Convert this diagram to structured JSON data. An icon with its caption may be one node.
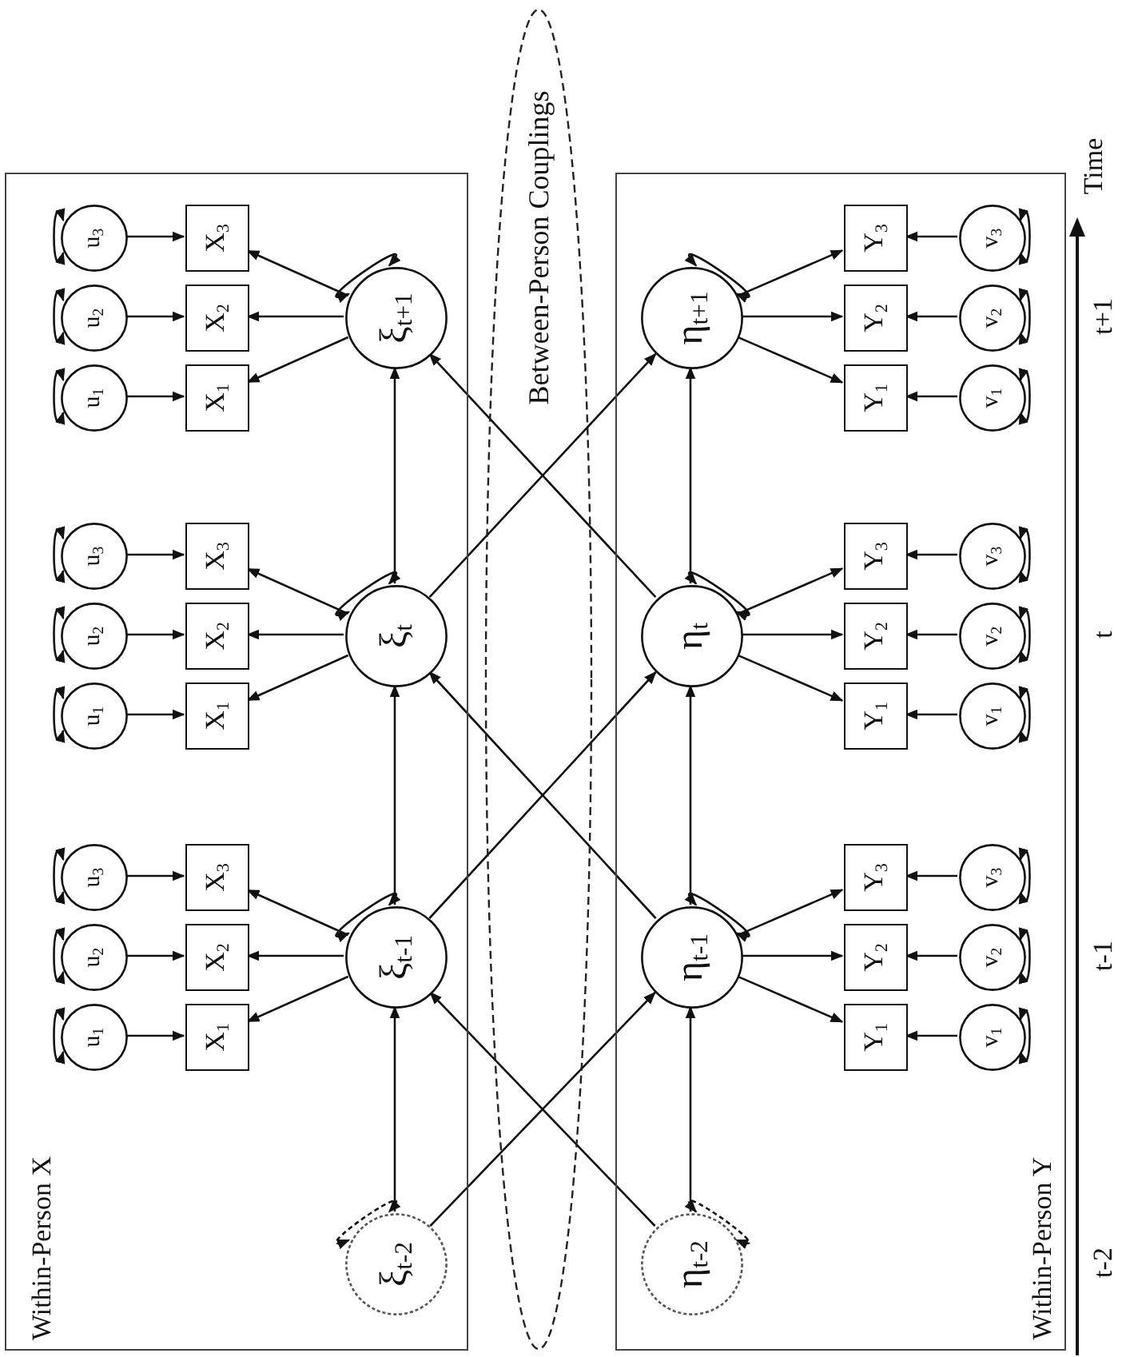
{
  "diagram": {
    "nodes": [
      {
        "text": [
          "Within-Person X"
        ]
      },
      {
        "text": [
          "ξ$_{t-2}$"
        ],
        "in": 0
      },
      {
        "text": [
          "ξ$_{t-1}$"
        ],
        "in": 0
      },
      {
        "text": [
          "ξ$_{t}$"
        ],
        "in": 0
      },
      {
        "text": [
          "ξ$_{t+1}$"
        ],
        "in": 0
      },
      {
        "text": [
          "X$_{1}$"
        ],
        "in": 0
      },
      {
        "text": [
          "X$_{2}$"
        ],
        "in": 0
      },
      {
        "text": [
          "X$_{3}$"
        ],
        "in": 0
      },
      {
        "text": [
          "X$_{1}$"
        ],
        "in": 0
      },
      {
        "text": [
          "X$_{2}$"
        ],
        "in": 0
      },
      {
        "text": [
          "X$_{3}$"
        ],
        "in": 0
      },
      {
        "text": [
          "X$_{1}$"
        ],
        "in": 0
      },
      {
        "text": [
          "X$_{2}$"
        ],
        "in": 0
      },
      {
        "text": [
          "X$_{3}$"
        ],
        "in": 0
      },
      {
        "text": [
          "u$_{1}$"
        ],
        "in": 0
      },
      {
        "text": [
          "u$_{2}$"
        ],
        "in": 0
      },
      {
        "text": [
          "u$_{3}$"
        ],
        "in": 0
      },
      {
        "text": [
          "u$_{1}$"
        ],
        "in": 0
      },
      {
        "text": [
          "u$_{2}$"
        ],
        "in": 0
      },
      {
        "text": [
          "u$_{3}$"
        ],
        "in": 0
      },
      {
        "text": [
          "u$_{1}$"
        ],
        "in": 0
      },
      {
        "text": [
          "u$_{2}$"
        ],
        "in": 0
      },
      {
        "text": [
          "u$_{3}$"
        ],
        "in": 0
      },
      {
        "text": [
          "Between-Person Couplings"
        ]
      },
      {
        "text": [
          "Within-Person Y"
        ]
      },
      {
        "text": [
          "η$_{t-2}$"
        ],
        "in": 24
      },
      {
        "text": [
          "η$_{t-1}$"
        ],
        "in": 24
      },
      {
        "text": [
          "η$_{t}$"
        ],
        "in": 24
      },
      {
        "text": [
          "η$_{t+1}$"
        ],
        "in": 24
      },
      {
        "text": [
          "Y$_{1}$"
        ],
        "in": 24
      },
      {
        "text": [
          "Y$_{2}$"
        ],
        "in": 24
      },
      {
        "text": [
          "Y$_{3}$"
        ],
        "in": 24
      },
      {
        "text": [
          "Y$_{1}$"
        ],
        "in": 24
      },
      {
        "text": [
          "Y$_{2}$"
        ],
        "in": 24
      },
      {
        "text": [
          "Y$_{3}$"
        ],
        "in": 24
      },
      {
        "text": [
          "Y$_{1}$"
        ],
        "in": 24
      },
      {
        "text": [
          "Y$_{2}$"
        ],
        "in": 24
      },
      {
        "text": [
          "Y$_{3}$"
        ],
        "in": 24
      },
      {
        "text": [
          "v$_{1}$"
        ],
        "in": 24
      },
      {
        "text": [
          "v$_{2}$"
        ],
        "in": 24
      },
      {
        "text": [
          "v$_{3}$"
        ],
        "in": 24
      },
      {
        "text": [
          "v$_{1}$"
        ],
        "in": 24
      },
      {
        "text": [
          "v$_{2}$"
        ],
        "in": 24
      },
      {
        "text": [
          "v$_{3}$"
        ],
        "in": 24
      },
      {
        "text": [
          "v$_{1}$"
        ],
        "in": 24
      },
      {
        "text": [
          "v$_{2}$"
        ],
        "in": 24
      },
      {
        "text": [
          "v$_{3}$"
        ],
        "in": 24
      }
    ],
    "edges": [
      {
        "from": 2,
        "to": 5,
        "arrow": "to"
      },
      {
        "from": 2,
        "to": 6,
        "arrow": "to"
      },
      {
        "from": 2,
        "to": 7,
        "arrow": "to"
      },
      {
        "from": 3,
        "to": 8,
        "arrow": "to"
      },
      {
        "from": 3,
        "to": 9,
        "arrow": "to"
      },
      {
        "from": 3,
        "to": 10,
        "arrow": "to"
      },
      {
        "from": 4,
        "to": 11,
        "arrow": "to"
      },
      {
        "from": 4,
        "to": 12,
        "arrow": "to"
      },
      {
        "from": 4,
        "to": 13,
        "arrow": "to"
      },
      {
        "from": 14,
        "to": 5,
        "arrow": "to"
      },
      {
        "from": 15,
        "to": 6,
        "arrow": "to"
      },
      {
        "from": 16,
        "to": 7,
        "arrow": "to"
      },
      {
        "from": 17,
        "to": 8,
        "arrow": "to"
      },
      {
        "from": 18,
        "to": 9,
        "arrow": "to"
      },
      {
        "from": 19,
        "to": 10,
        "arrow": "to"
      },
      {
        "from": 20,
        "to": 11,
        "arrow": "to"
      },
      {
        "from": 21,
        "to": 12,
        "arrow": "to"
      },
      {
        "from": 22,
        "to": 13,
        "arrow": "to"
      },
      {
        "from": 14,
        "to": 14,
        "arrow": "both"
      },
      {
        "from": 15,
        "to": 15,
        "arrow": "both"
      },
      {
        "from": 16,
        "to": 16,
        "arrow": "both"
      },
      {
        "from": 17,
        "to": 17,
        "arrow": "both"
      },
      {
        "from": 18,
        "to": 18,
        "arrow": "both"
      },
      {
        "from": 19,
        "to": 19,
        "arrow": "both"
      },
      {
        "from": 20,
        "to": 20,
        "arrow": "both"
      },
      {
        "from": 21,
        "to": 21,
        "arrow": "both"
      },
      {
        "from": 22,
        "to": 22,
        "arrow": "both"
      },
      {
        "from": 1,
        "to": 1,
        "arrow": "both",
        "style": "dashed"
      },
      {
        "from": 2,
        "to": 2,
        "arrow": "both"
      },
      {
        "from": 3,
        "to": 3,
        "arrow": "both"
      },
      {
        "from": 4,
        "to": 4,
        "arrow": "both"
      },
      {
        "from": 1,
        "to": 2,
        "arrow": "to"
      },
      {
        "from": 2,
        "to": 3,
        "arrow": "to"
      },
      {
        "from": 3,
        "to": 4,
        "arrow": "to"
      },
      {
        "from": 1,
        "to": 26,
        "arrow": "to"
      },
      {
        "from": 25,
        "to": 2,
        "arrow": "to"
      },
      {
        "from": 2,
        "to": 27,
        "arrow": "to"
      },
      {
        "from": 26,
        "to": 3,
        "arrow": "to"
      },
      {
        "from": 3,
        "to": 28,
        "arrow": "to"
      },
      {
        "from": 27,
        "to": 4,
        "arrow": "to"
      },
      {
        "from": 25,
        "to": 25,
        "arrow": "both",
        "style": "dashed"
      },
      {
        "from": 26,
        "to": 26,
        "arrow": "both"
      },
      {
        "from": 27,
        "to": 27,
        "arrow": "both"
      },
      {
        "from": 28,
        "to": 28,
        "arrow": "both"
      },
      {
        "from": 25,
        "to": 26,
        "arrow": "to"
      },
      {
        "from": 26,
        "to": 27,
        "arrow": "to"
      },
      {
        "from": 27,
        "to": 28,
        "arrow": "to"
      },
      {
        "from": 26,
        "to": 29,
        "arrow": "to"
      },
      {
        "from": 26,
        "to": 30,
        "arrow": "to"
      },
      {
        "from": 26,
        "to": 31,
        "arrow": "to"
      },
      {
        "from": 27,
        "to": 32,
        "arrow": "to"
      },
      {
        "from": 27,
        "to": 33,
        "arrow": "to"
      },
      {
        "from": 27,
        "to": 34,
        "arrow": "to"
      },
      {
        "from": 28,
        "to": 35,
        "arrow": "to"
      },
      {
        "from": 28,
        "to": 36,
        "arrow": "to"
      },
      {
        "from": 28,
        "to": 37,
        "arrow": "to"
      },
      {
        "from": 38,
        "to": 29,
        "arrow": "to"
      },
      {
        "from": 39,
        "to": 30,
        "arrow": "to"
      },
      {
        "from": 40,
        "to": 31,
        "arrow": "to"
      },
      {
        "from": 41,
        "to": 32,
        "arrow": "to"
      },
      {
        "from": 42,
        "to": 33,
        "arrow": "to"
      },
      {
        "from": 43,
        "to": 34,
        "arrow": "to"
      },
      {
        "from": 44,
        "to": 35,
        "arrow": "to"
      },
      {
        "from": 45,
        "to": 36,
        "arrow": "to"
      },
      {
        "from": 46,
        "to": 37,
        "arrow": "to"
      },
      {
        "from": 38,
        "to": 38,
        "arrow": "both"
      },
      {
        "from": 39,
        "to": 39,
        "arrow": "both"
      },
      {
        "from": 40,
        "to": 40,
        "arrow": "both"
      },
      {
        "from": 41,
        "to": 41,
        "arrow": "both"
      },
      {
        "from": 42,
        "to": 42,
        "arrow": "both"
      },
      {
        "from": 43,
        "to": 43,
        "arrow": "both"
      },
      {
        "from": 44,
        "to": 44,
        "arrow": "both"
      },
      {
        "from": 45,
        "to": 45,
        "arrow": "both"
      },
      {
        "from": 46,
        "to": 46,
        "arrow": "both"
      }
    ],
    "labels": [
      "t-2",
      "t-1",
      "t",
      "t+1",
      "Time"
    ]
  }
}
